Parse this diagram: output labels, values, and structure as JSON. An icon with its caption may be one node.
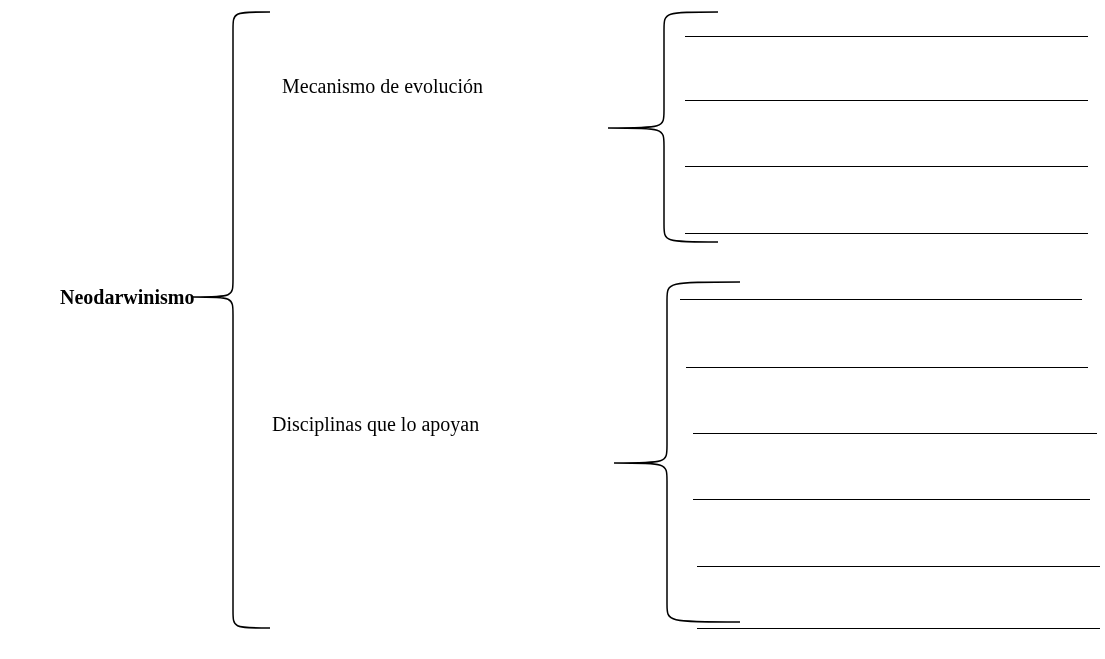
{
  "diagram": {
    "labels": [
      "Neodarwinismo",
      "Mecanismo de evolución",
      "Disciplinas que lo apoyan"
    ]
  }
}
